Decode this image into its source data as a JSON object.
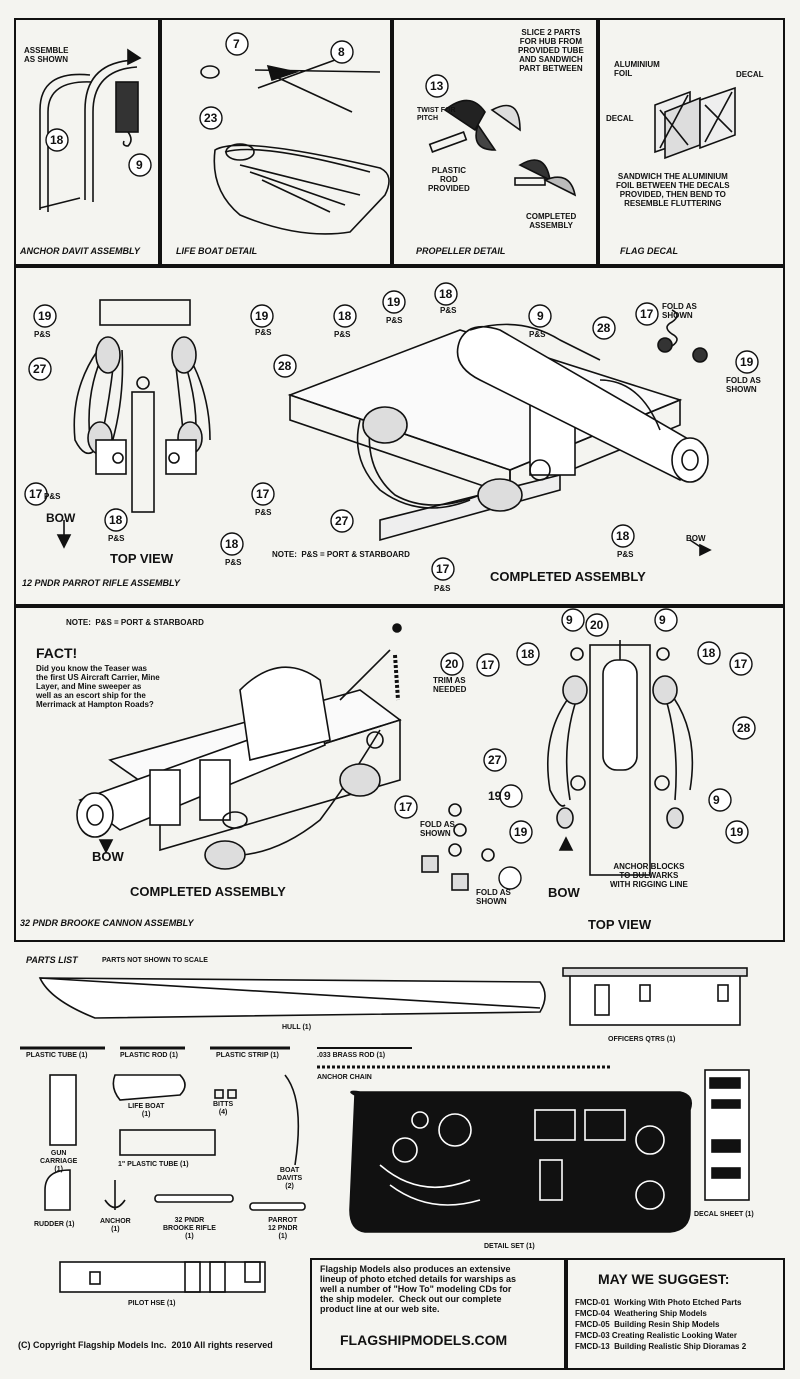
{
  "panels": {
    "anchor_davit": {
      "title": "ANCHOR DAVIT ASSEMBLY",
      "note": "ASSEMBLE\nAS SHOWN",
      "callouts": [
        "18",
        "9"
      ]
    },
    "life_boat": {
      "title": "LIFE BOAT DETAIL",
      "callouts": [
        "7",
        "8",
        "23"
      ]
    },
    "propeller": {
      "title": "PROPELLER DETAIL",
      "note_top": "SLICE 2 PARTS\nFOR HUB FROM\nPROVIDED TUBE\nAND SANDWICH\nPART BETWEEN",
      "note_twist": "TWIST FOR\nPITCH",
      "note_rod": "PLASTIC\nROD\nPROVIDED",
      "note_completed": "COMPLETED\nASSEMBLY",
      "callouts": [
        "13"
      ]
    },
    "flag_decal": {
      "title": "FLAG DECAL",
      "foil": "ALUMINIUM\nFOIL",
      "decal1": "DECAL",
      "decal2": "DECAL",
      "note": "SANDWICH THE ALUMINIUM\nFOIL BETWEEN THE DECALS\nPROVIDED, THEN BEND TO\nRESEMBLE FLUTTERING"
    }
  },
  "parrot": {
    "title": "12 PNDR PARROT RIFLE ASSEMBLY",
    "top_view": "TOP VIEW",
    "completed": "COMPLETED ASSEMBLY",
    "bow": "BOW",
    "bow2": "BOW",
    "note": "NOTE:  P&S = PORT & STARBOARD",
    "fold1": "FOLD AS\nSHOWN",
    "fold2": "FOLD AS\nSHOWN",
    "ps": "P&S",
    "c": [
      "19",
      "19",
      "27",
      "28",
      "17",
      "17",
      "18",
      "18",
      "18",
      "19",
      "18",
      "9",
      "28",
      "27",
      "17",
      "18",
      "17",
      "19"
    ]
  },
  "brooke": {
    "title": "32 PNDR BROOKE CANNON ASSEMBLY",
    "note": "NOTE:  P&S = PORT & STARBOARD",
    "fact_head": "FACT!",
    "fact_body": "Did you know the Teaser was\nthe first US Aircraft Carrier, Mine\nLayer, and Mine sweeper as\nwell as an escort ship for the\nMerrimack at Hampton Roads?",
    "trim": "TRIM AS\nNEEDED",
    "bow1": "BOW",
    "bow2": "BOW",
    "completed": "COMPLETED ASSEMBLY",
    "top_view": "TOP VIEW",
    "fold1": "FOLD AS\nSHOWN",
    "fold2": "FOLD AS\nSHOWN",
    "anchor_blocks": "ANCHOR BLOCKS\nTO BULWARKS\nWITH RIGGING LINE",
    "c": [
      "20",
      "17",
      "19",
      "9",
      "20",
      "9",
      "17",
      "18",
      "18",
      "17",
      "28",
      "27",
      "9",
      "9",
      "19",
      "19"
    ]
  },
  "parts": {
    "title": "PARTS LIST",
    "not_scale": "PARTS NOT SHOWN TO SCALE",
    "hull": "HULL (1)",
    "officers": "OFFICERS QTRS (1)",
    "plastic_tube": "PLASTIC TUBE (1)",
    "plastic_rod": "PLASTIC ROD (1)",
    "plastic_strip": "PLASTIC STRIP (1)",
    "brass_rod": ".033 BRASS ROD (1)",
    "anchor_chain": "ANCHOR CHAIN",
    "life_boat": "LIFE BOAT\n(1)",
    "bitts": "BITTS\n(4)",
    "gun_carriage": "GUN\nCARRIAGE\n(1)",
    "tube_1in": "1\" PLASTIC TUBE (1)",
    "boat_davits": "BOAT\nDAVITS\n(2)",
    "rudder": "RUDDER (1)",
    "anchor": "ANCHOR\n(1)",
    "brooke_rifle": "32 PNDR\nBROOKE RIFLE\n(1)",
    "parrot": "PARROT\n12 PNDR\n(1)",
    "detail_set": "DETAIL SET (1)",
    "decal_sheet": "DECAL SHEET (1)",
    "pilot": "PILOT HSE (1)"
  },
  "footer": {
    "promo": "Flagship Models also produces an extensive\nlineup of photo etched details for warships as\nwell a number of \"How To\" modeling CDs for\nthe ship modeler.  Check out our complete\nproduct line at our web site.",
    "site": "FLAGSHIPMODELS.COM",
    "copyright": "(C) Copyright Flagship Models Inc.  2010 All rights reserved",
    "suggest_title": "MAY WE SUGGEST:",
    "suggest": [
      "FMCD-01  Working With Photo Etched Parts",
      "FMCD-04  Weathering Ship Models",
      "FMCD-05  Building Resin Ship Models",
      "FMCD-03 Creating Realistic Looking Water",
      "FMCD-13  Building Realistic Ship Dioramas 2"
    ]
  }
}
